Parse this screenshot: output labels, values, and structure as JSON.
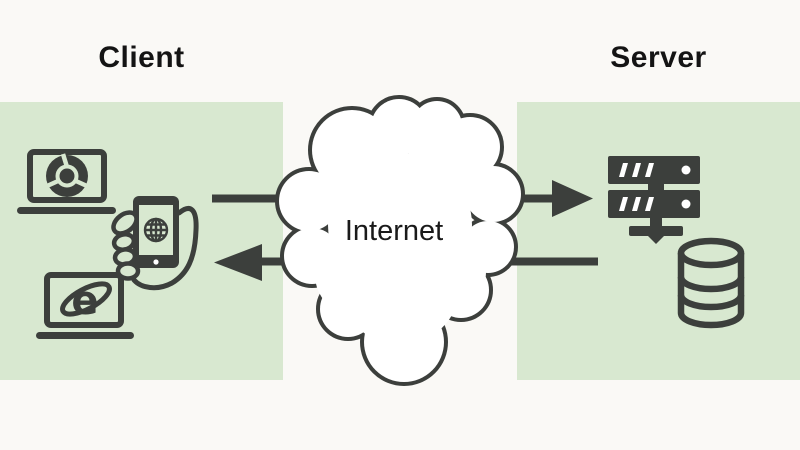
{
  "labels": {
    "client": "Client",
    "server": "Server",
    "internet": "Internet"
  },
  "client_side": {
    "icons": [
      "chrome-laptop-icon",
      "smartphone-in-hand-icon",
      "ie-laptop-icon"
    ],
    "ie_glyph": "e"
  },
  "server_side": {
    "icons": [
      "server-rack-icon",
      "database-icon"
    ]
  },
  "arrows": {
    "top": "client-to-server",
    "bottom": "server-to-client"
  },
  "colors": {
    "background": "#faf9f6",
    "panel_green": "#d8e8d0",
    "ink": "#3c3f3c",
    "cloud_fill": "#ffffff",
    "label_text": "#141414"
  }
}
